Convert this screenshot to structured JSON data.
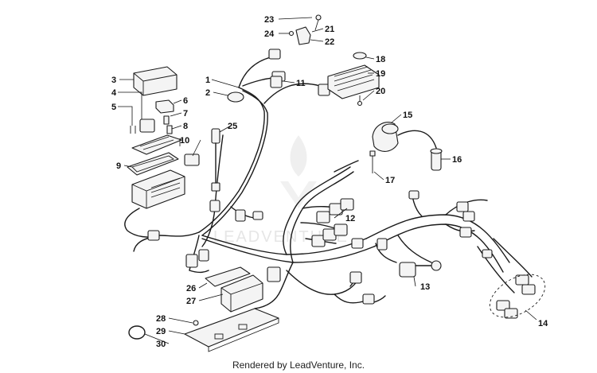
{
  "diagram": {
    "watermark": "LEADVENTURE",
    "credit": "Rendered by LeadVenture, Inc.",
    "callouts": [
      "1",
      "2",
      "3",
      "4",
      "5",
      "6",
      "7",
      "8",
      "9",
      "10",
      "11",
      "12",
      "13",
      "14",
      "15",
      "16",
      "17",
      "18",
      "19",
      "20",
      "21",
      "22",
      "23",
      "24",
      "25",
      "26",
      "27",
      "28",
      "29",
      "30"
    ]
  },
  "colors": {
    "line": "#1a1a1a",
    "background": "#ffffff",
    "watermark": "#e6e6e6"
  }
}
